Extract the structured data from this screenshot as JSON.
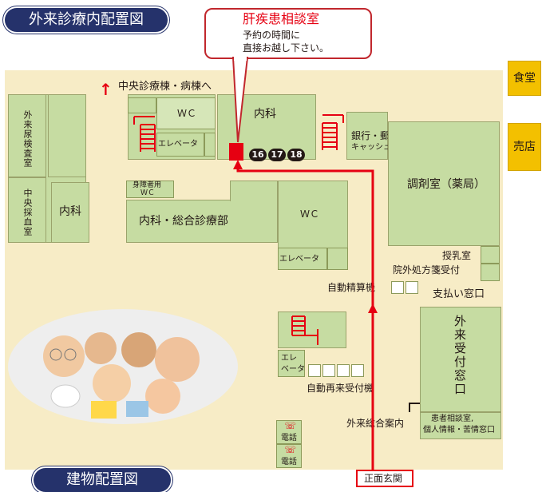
{
  "map": {
    "title": "外来診療内配置図",
    "footer_title": "建物配置図",
    "callout": {
      "title": "肝疾患相談室",
      "line1": "予約の時間に",
      "line2": "直接お越し下さい。"
    },
    "labels": {
      "central": "中央診療棟・病棟へ",
      "wc_top": "ＷＣ",
      "naika_top": "内科",
      "elevator_top": "エレベータ",
      "room_numbers": [
        "16",
        "17",
        "18"
      ],
      "bank_line1": "銀行・郵便局",
      "bank_line2": "キャッシュサービス",
      "pharmacy": "調剤室（薬局）",
      "shokudo": "食堂",
      "baiten": "売店",
      "left_vert1": "外来尿検査室",
      "left_vert2": "中央採血室",
      "naika_left": "内科",
      "handicap_line1": "身障者用",
      "handicap_line2": "ＷＣ",
      "general": "内科・総合診療部",
      "wc_mid": "ＷＣ",
      "elevator_mid": "エレベータ",
      "nursing": "授乳室",
      "prescription": "院外処方箋受付",
      "payment_machine": "自動精算機",
      "payment_window": "支払い窓口",
      "reception": "外来受付窓口",
      "elevator_small_1": "エレ",
      "elevator_small_2": "ベータ",
      "auto_reception": "自動再来受付機",
      "info_desk": "外来総合案内",
      "consult_line1": "患者相談室,",
      "consult_line2": "個人情報・苦情窓口",
      "phone1": "電話",
      "phone2": "電話",
      "entrance": "正面玄関"
    },
    "colors": {
      "room_fill": "#c6dca2",
      "corridor": "#f7ecc6",
      "route_red": "#e60012",
      "title_navy": "#25326b",
      "accent_yellow": "#f3c000"
    }
  }
}
